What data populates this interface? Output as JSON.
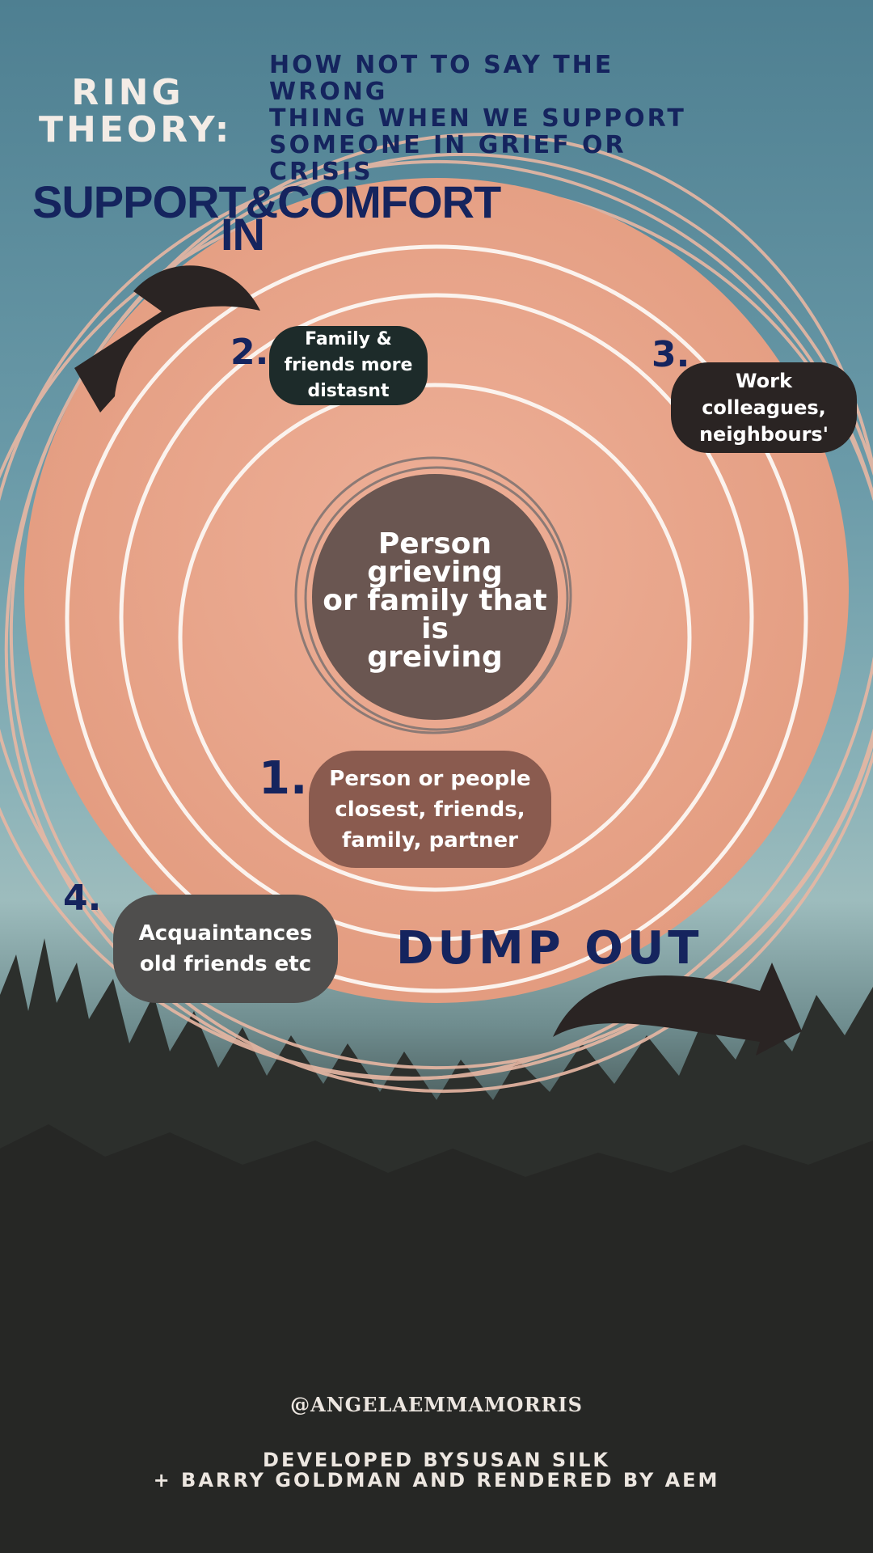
{
  "header": {
    "title": "RING THEORY:",
    "subtitle_lines": [
      "HOW NOT TO SAY THE WRONG",
      "THING WHEN WE SUPPORT",
      "SOMEONE IN GRIEF OR CRISIS"
    ]
  },
  "labels": {
    "support_line1": "SUPPORT&COMFORT",
    "support_line2": "IN",
    "dump": "DUMP OUT"
  },
  "center": {
    "lines": [
      "Person",
      "grieving",
      "or family that is",
      "greiving"
    ]
  },
  "rings": [
    {
      "number": "1.",
      "lines": [
        "Person or people",
        "closest, friends,",
        "family, partner"
      ]
    },
    {
      "number": "2.",
      "lines": [
        "Family &",
        "friends more",
        "distasnt"
      ]
    },
    {
      "number": "3.",
      "lines": [
        "Work",
        "colleagues,",
        "neighbours'"
      ]
    },
    {
      "number": "4.",
      "lines": [
        "Acquaintances",
        "old friends etc"
      ]
    }
  ],
  "footer": {
    "handle": "@ANGELAEMMAMORRIS",
    "credit_lines": [
      "DEVELOPED BYSUSAN SILK",
      "+ BARRY GOLDMAN AND RENDERED BY AEM"
    ]
  },
  "colors": {
    "disc": "#e8a78d",
    "navy": "#15245e",
    "center": "#6a5651"
  }
}
